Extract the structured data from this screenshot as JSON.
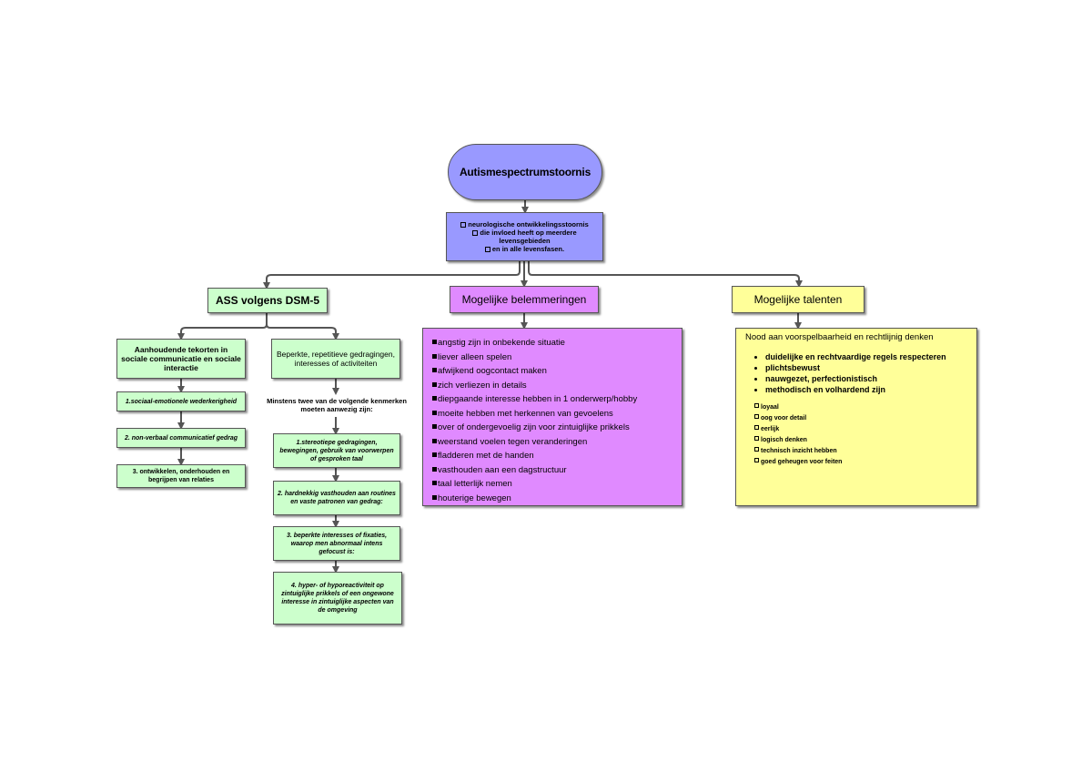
{
  "root": {
    "title": "Autismespectrumstoornis"
  },
  "description": {
    "lines": [
      "neurologische ontwikkelingsstoornis",
      "die invloed heeft op meerdere levensgebieden",
      "en in alle levensfasen."
    ]
  },
  "headers": {
    "ass": "ASS volgens DSM-5",
    "belemmeringen": "Mogelijke belemmeringen",
    "talenten": "Mogelijke talenten"
  },
  "ass": {
    "left": {
      "title": "Aanhoudende tekorten in sociale communicatie en sociale interactie",
      "items": [
        "1.sociaal-emotionele wederkerigheid",
        "2. non-verbaal communicatief gedrag",
        "3. ontwikkelen, onderhouden en begrijpen van relaties"
      ]
    },
    "right": {
      "title": "Beperkte, repetitieve gedragingen, interesses of activiteiten",
      "note": "Minstens twee van de volgende kenmerken moeten aanwezig zijn:",
      "items": [
        "1.stereotiepe gedragingen, bewegingen, gebruik van voorwerpen of gesproken taal",
        "2. hardnekkig vasthouden aan routines en vaste patronen van gedrag:",
        "3. beperkte interesses of fixaties, waarop men abnormaal intens gefocust is:",
        "4. hyper- of hyporeactiviteit op zintuiglijke prikkels of een ongewone interesse in zintuiglijke aspecten van de omgeving"
      ]
    }
  },
  "belemmeringen": [
    "angstig zijn in onbekende situatie",
    "liever alleen spelen",
    "afwijkend oogcontact maken",
    "zich verliezen in details",
    "diepgaande interesse hebben in 1 onderwerp/hobby",
    "moeite hebben met herkennen van gevoelens",
    "over of ondergevoelig zijn voor zintuiglijke prikkels",
    "weerstand voelen tegen veranderingen",
    "fladderen met de handen",
    "vasthouden aan een dagstructuur",
    "taal letterlijk nemen",
    "houterige bewegen"
  ],
  "talenten": {
    "heading": "Nood aan voorspelbaarheid en rechtlijnig denken",
    "bullets": [
      "duidelijke en rechtvaardige regels respecteren",
      "plichtsbewust",
      "nauwgezet, perfectionistisch",
      "methodisch en volhardend zijn"
    ],
    "small": [
      "loyaal",
      "oog voor detail",
      "eerlijk",
      "logisch denken",
      "technisch inzicht hebben",
      "goed geheugen voor feiten"
    ]
  },
  "colors": {
    "root": "#9999ff",
    "ass": "#ccffcc",
    "belemmeringen": "#e08aff",
    "talenten": "#ffff99",
    "connector": "#555555"
  }
}
